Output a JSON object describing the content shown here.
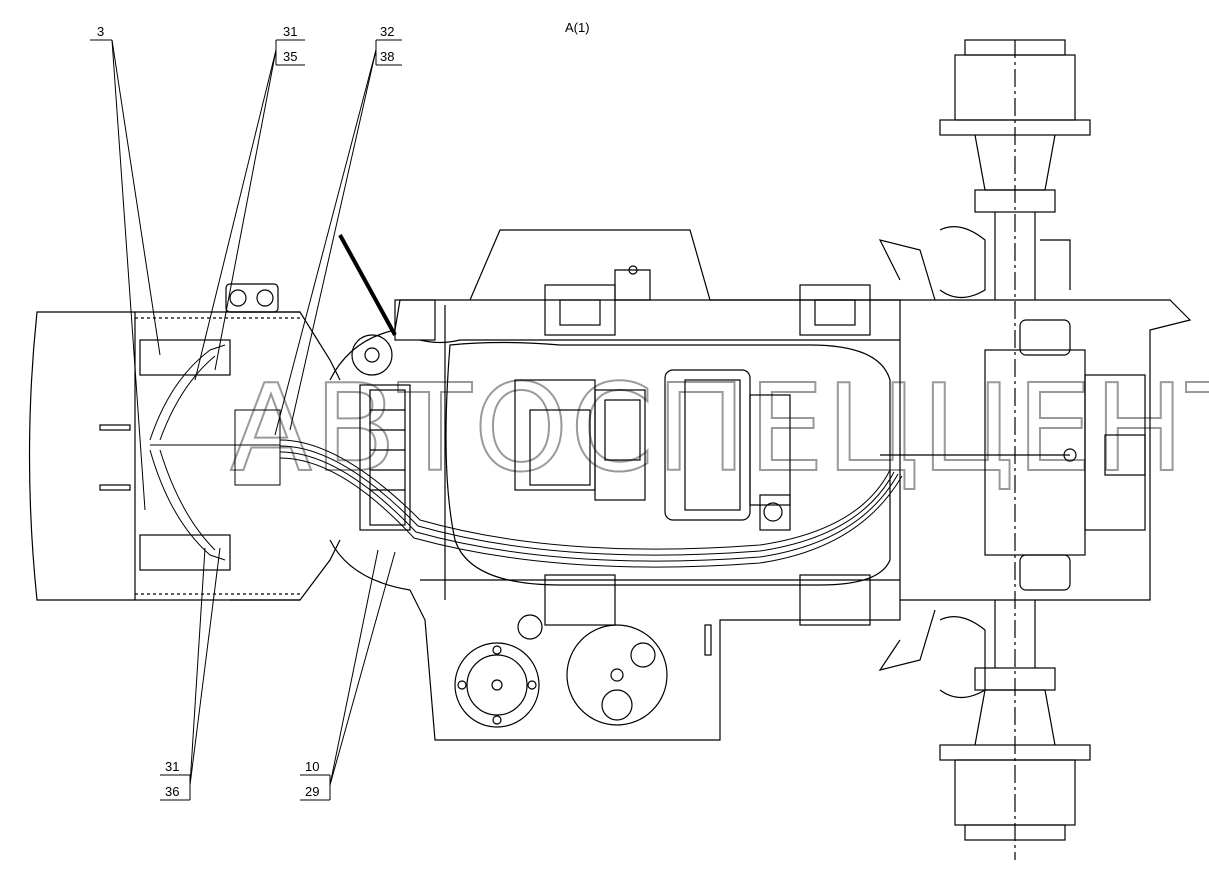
{
  "view_label": "A(1)",
  "watermark": "АВТОСПЕЦЦЕНТР",
  "callouts": {
    "c3": "3",
    "c31_top": "31",
    "c35": "35",
    "c32": "32",
    "c38": "38",
    "c31_bottom": "31",
    "c36": "36",
    "c10": "10",
    "c29": "29"
  }
}
